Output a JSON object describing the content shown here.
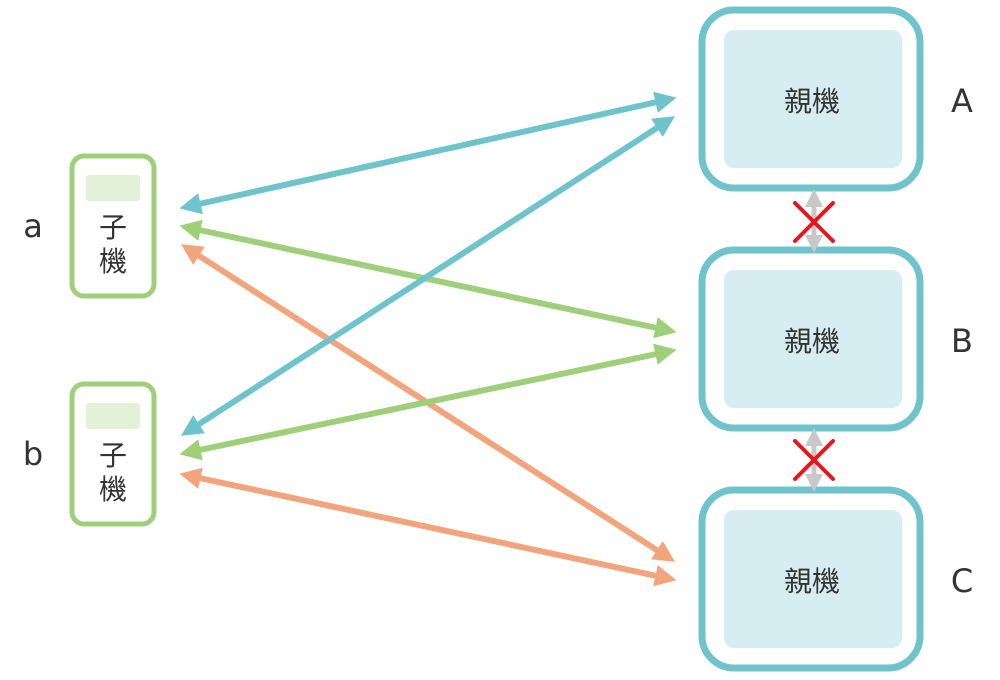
{
  "colors": {
    "parent_border": "#6fc3cb",
    "parent_fill": "#d6eef1",
    "child_border": "#9fcf78",
    "child_screen": "#e3f1d7",
    "link_a": "#6fc3cb",
    "link_b": "#9fcf78",
    "link_c": "#f2a47c",
    "blocked_arrow": "#c8c8c8",
    "cross_mark": "#e8161c"
  },
  "parents": [
    {
      "id": "A",
      "label": "親機",
      "letter": "A"
    },
    {
      "id": "B",
      "label": "親機",
      "letter": "B"
    },
    {
      "id": "C",
      "label": "親機",
      "letter": "C"
    }
  ],
  "children": [
    {
      "id": "a",
      "label_line1": "子",
      "label_line2": "機",
      "letter": "a"
    },
    {
      "id": "b",
      "label_line1": "子",
      "label_line2": "機",
      "letter": "b"
    }
  ],
  "connections": [
    {
      "child": "a",
      "parent": "A",
      "color": "link_a"
    },
    {
      "child": "a",
      "parent": "B",
      "color": "link_b"
    },
    {
      "child": "a",
      "parent": "C",
      "color": "link_c"
    },
    {
      "child": "b",
      "parent": "A",
      "color": "link_a"
    },
    {
      "child": "b",
      "parent": "B",
      "color": "link_b"
    },
    {
      "child": "b",
      "parent": "C",
      "color": "link_c"
    }
  ],
  "blocked_links": [
    {
      "from": "A",
      "to": "B"
    },
    {
      "from": "B",
      "to": "C"
    }
  ]
}
